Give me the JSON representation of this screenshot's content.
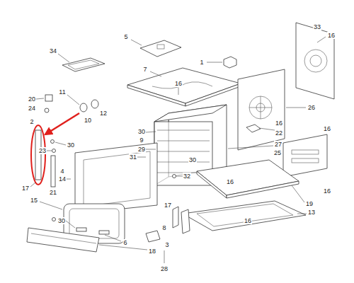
{
  "diagram": {
    "labels": [
      "33",
      "16",
      "5",
      "34",
      "1",
      "7",
      "16",
      "26",
      "20",
      "11",
      "24",
      "10",
      "12",
      "2",
      "30",
      "16",
      "22",
      "16",
      "30",
      "9",
      "29",
      "27",
      "25",
      "23",
      "31",
      "30",
      "4",
      "14",
      "32",
      "16",
      "16",
      "17",
      "21",
      "19",
      "15",
      "17",
      "13",
      "8",
      "16",
      "30",
      "6",
      "3",
      "28",
      "18"
    ]
  }
}
